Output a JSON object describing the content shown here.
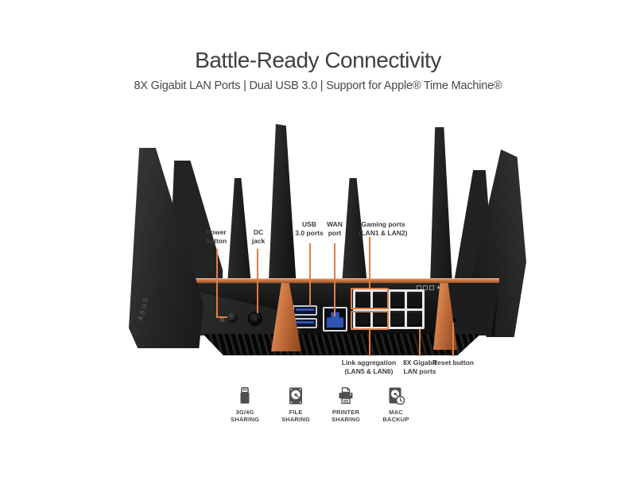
{
  "header": {
    "title": "Battle-Ready Connectivity",
    "subtitle": "8X Gigabit LAN Ports | Dual USB 3.0 | Support for Apple® Time Machine®"
  },
  "brand": "ASUS",
  "callouts": {
    "power": "Power\nbutton",
    "dc": "DC\njack",
    "usb": "USB\n3.0 ports",
    "wan": "WAN\nport",
    "gaming": "Gaming ports\n(LAN1 & LAN2)",
    "link_agg": "Link aggregation\n(LAN5 & LAN6)",
    "lan8": "8X Gigabit\nLAN ports",
    "reset": "Reset button"
  },
  "features": [
    {
      "icon": "usb-dongle-icon",
      "label": "3G/4G\nSHARING"
    },
    {
      "icon": "hard-drive-icon",
      "label": "FILE\nSHARING"
    },
    {
      "icon": "printer-icon",
      "label": "PRINTER\nSHARING"
    },
    {
      "icon": "hdd-clock-icon",
      "label": "MAC\nBACKUP"
    }
  ],
  "colors": {
    "accent": "#DC7F45",
    "copper_light": "#EF9F66",
    "copper_mid": "#C4703D",
    "copper_dark": "#8A431F",
    "usb_blue": "#2D56B4"
  }
}
